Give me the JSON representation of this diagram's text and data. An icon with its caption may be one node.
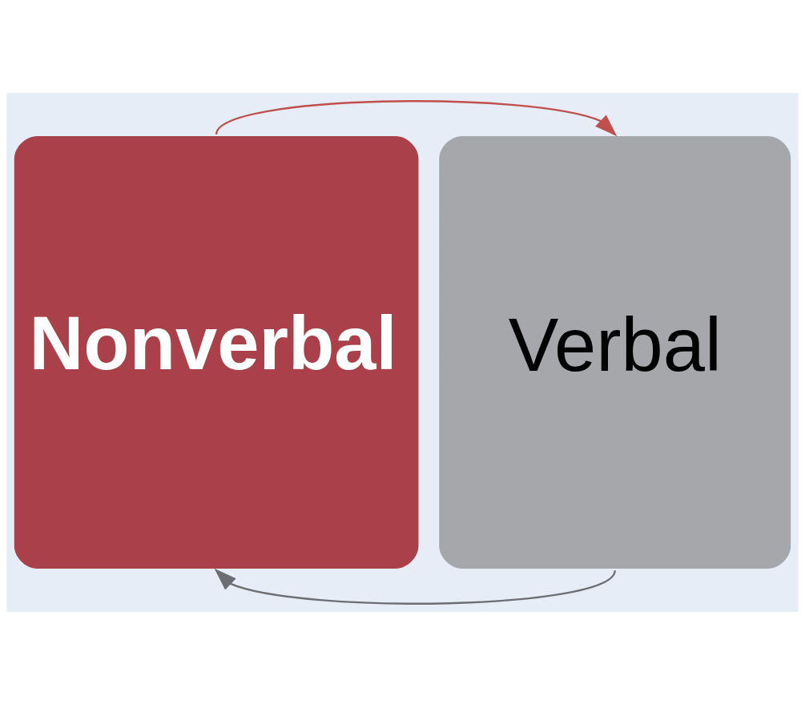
{
  "diagram": {
    "nodes": [
      {
        "text": [
          "Nonverbal"
        ]
      },
      {
        "text": [
          "Verbal"
        ]
      }
    ],
    "edges": [
      {
        "from": 0,
        "to": 1,
        "arrow": "to",
        "color": "#c0504d"
      },
      {
        "from": 1,
        "to": 0,
        "arrow": "to",
        "color": "#6d6e71"
      }
    ]
  }
}
